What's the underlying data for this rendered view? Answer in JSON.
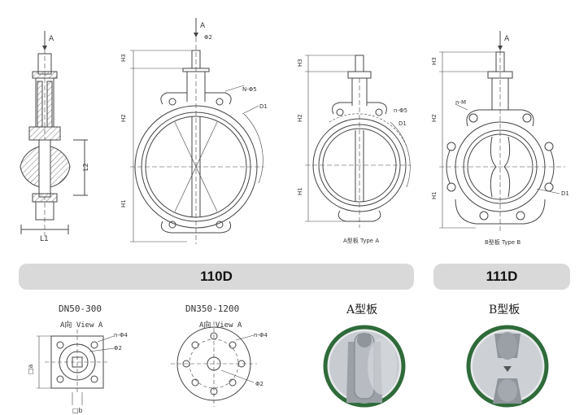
{
  "banners": {
    "left": "110D",
    "right": "111D"
  },
  "drawings": {
    "arrow_label": "A",
    "phi2": "Φ2",
    "n_phi5": "N-Φ5",
    "n_phi5_lower": "n-Φ5",
    "n_m": "n-M",
    "d1": "D1",
    "h1": "H1",
    "h2": "H2",
    "h3": "H3",
    "l1": "L1",
    "l2": "L2",
    "caption_type_a": "A型板 Type A",
    "caption_type_b": "B型板 Type B"
  },
  "bottom": {
    "dn_small": "DN50-300",
    "dn_large": "DN350-1200",
    "view_a": "A向 View A",
    "n_phi4": "n-Φ4",
    "phi2": "Φ2",
    "dim_a": "□a",
    "dim_b": "□b",
    "type_a_title": "A型板",
    "type_b_title": "B型板"
  },
  "colors": {
    "banner": "#d9d9d9",
    "line": "#444444",
    "photo_ring": "#2f6b3a",
    "metal": "#b8bcc2"
  }
}
